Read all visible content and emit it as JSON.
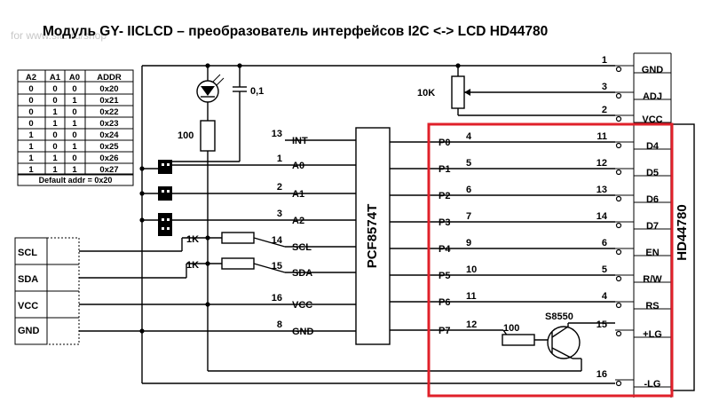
{
  "title": "Модуль GY- IICLCD – преобразователь интерфейсов I2C <-> LCD HD44780",
  "watermark": "for www.site.ru/shop",
  "addr_table": {
    "headers": [
      "A2",
      "A1",
      "A0",
      "ADDR"
    ],
    "rows": [
      [
        "0",
        "0",
        "0",
        "0x20"
      ],
      [
        "0",
        "0",
        "1",
        "0x21"
      ],
      [
        "0",
        "1",
        "0",
        "0x22"
      ],
      [
        "0",
        "1",
        "1",
        "0x23"
      ],
      [
        "1",
        "0",
        "0",
        "0x24"
      ],
      [
        "1",
        "0",
        "1",
        "0x25"
      ],
      [
        "1",
        "1",
        "0",
        "0x26"
      ],
      [
        "1",
        "1",
        "1",
        "0x27"
      ]
    ],
    "footer": "Default addr = 0x20"
  },
  "components": {
    "led_cap": "0,1",
    "r_100_top": "100",
    "r_10k": "10K",
    "r_1k_scl": "1K",
    "r_1k_sda": "1K",
    "r_100_bottom": "100",
    "transistor": "S8550"
  },
  "header_pins": [
    "SCL",
    "SDA",
    "VCC",
    "GND"
  ],
  "ic": {
    "name": "PCF8574T",
    "left_pins": [
      {
        "num": "13",
        "label": "INT"
      },
      {
        "num": "1",
        "label": "A0"
      },
      {
        "num": "2",
        "label": "A1"
      },
      {
        "num": "3",
        "label": "A2"
      },
      {
        "num": "14",
        "label": "SCL"
      },
      {
        "num": "15",
        "label": "SDA"
      },
      {
        "num": "16",
        "label": "VCC"
      },
      {
        "num": "8",
        "label": "GND"
      }
    ],
    "right_pins": [
      {
        "label": "P0",
        "num": "4"
      },
      {
        "label": "P1",
        "num": "5"
      },
      {
        "label": "P2",
        "num": "6"
      },
      {
        "label": "P3",
        "num": "7"
      },
      {
        "label": "P4",
        "num": "9"
      },
      {
        "label": "P5",
        "num": "10"
      },
      {
        "label": "P6",
        "num": "11"
      },
      {
        "label": "P7",
        "num": "12"
      }
    ]
  },
  "lcd": {
    "name": "HD44780",
    "pins": [
      {
        "num": "1",
        "label": "GND"
      },
      {
        "num": "3",
        "label": "ADJ"
      },
      {
        "num": "2",
        "label": "VCC"
      },
      {
        "num": "11",
        "label": "D4"
      },
      {
        "num": "12",
        "label": "D5"
      },
      {
        "num": "13",
        "label": "D6"
      },
      {
        "num": "14",
        "label": "D7"
      },
      {
        "num": "6",
        "label": "EN"
      },
      {
        "num": "5",
        "label": "R/W"
      },
      {
        "num": "4",
        "label": "RS"
      },
      {
        "num": "15",
        "label": "+LG"
      },
      {
        "num": "16",
        "label": "-LG"
      }
    ]
  },
  "colors": {
    "highlight": "#e0202a",
    "line": "#000000",
    "watermark": "#c8c8c8"
  }
}
